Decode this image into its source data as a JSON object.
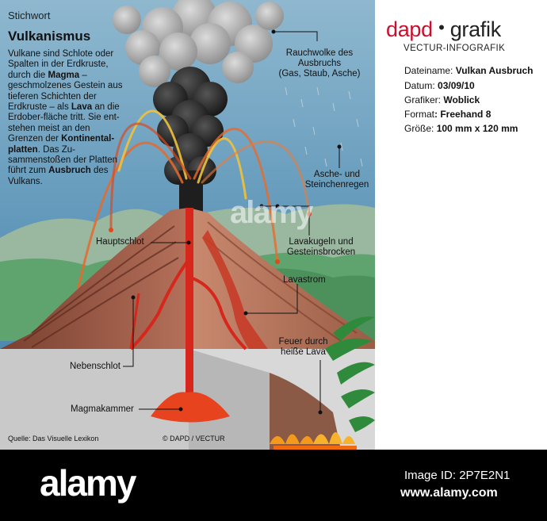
{
  "intro": {
    "kicker": "Stichwort",
    "title": "Vulkanismus",
    "text_parts": [
      {
        "t": "Vulkane sind Schlote oder Spalten in der Erdkruste, durch die ",
        "b": false
      },
      {
        "t": "Magma",
        "b": true
      },
      {
        "t": " – geschmolzenes Gestein aus tieferen Schichten der Erdkruste – als ",
        "b": false
      },
      {
        "t": "Lava",
        "b": true
      },
      {
        "t": " an die Erdober-fläche tritt. Sie ent-stehen meist an den Grenzen der ",
        "b": false
      },
      {
        "t": "Kontinental-platten",
        "b": true
      },
      {
        "t": ". Das Zu-sammenstoßen der Platten führt zum ",
        "b": false
      },
      {
        "t": "Ausbruch",
        "b": true
      },
      {
        "t": " des Vulkans.",
        "b": false
      }
    ]
  },
  "labels": {
    "rauchwolke_1": "Rauchwolke des",
    "rauchwolke_2": "Ausbruchs",
    "rauchwolke_3": "(Gas, Staub, Asche)",
    "asche_1": "Asche- und",
    "asche_2": "Steinchenregen",
    "lavakugeln_1": "Lavakugeln und",
    "lavakugeln_2": "Gesteinsbrocken",
    "lavastrom": "Lavastrom",
    "feuer_1": "Feuer durch",
    "feuer_2": "heiße Lava",
    "hauptschlot": "Hauptschlot",
    "nebenschlot": "Nebenschlot",
    "magmakammer": "Magmakammer"
  },
  "credits": {
    "source": "Quelle: Das Visuelle Lexikon",
    "copyright": "© DAPD / VECTUR"
  },
  "brand": {
    "name_red": "dapd",
    "dot": "•",
    "name_dark": "grafik",
    "sub": "VECTUR-INFOGRAFIK"
  },
  "meta": [
    {
      "key": "Dateiname: ",
      "val": "Vulkan Ausbruch"
    },
    {
      "key": "Datum: ",
      "val": "03/09/10"
    },
    {
      "key": "Grafiker: ",
      "val": "Woblick"
    },
    {
      "key": "Format",
      "val": ": Freehand 8"
    },
    {
      "key": "Größe: ",
      "val": "100 mm x 120 mm"
    }
  ],
  "footer": {
    "logo": "alamy",
    "image_id": "Image ID: 2P7E2N1",
    "site": "www.alamy.com"
  },
  "watermark": "alamy",
  "colors": {
    "brand_red": "#c8102e",
    "sky": "#5f96b8",
    "lava": "#e0301e",
    "smoke": "#2b2b2b"
  }
}
